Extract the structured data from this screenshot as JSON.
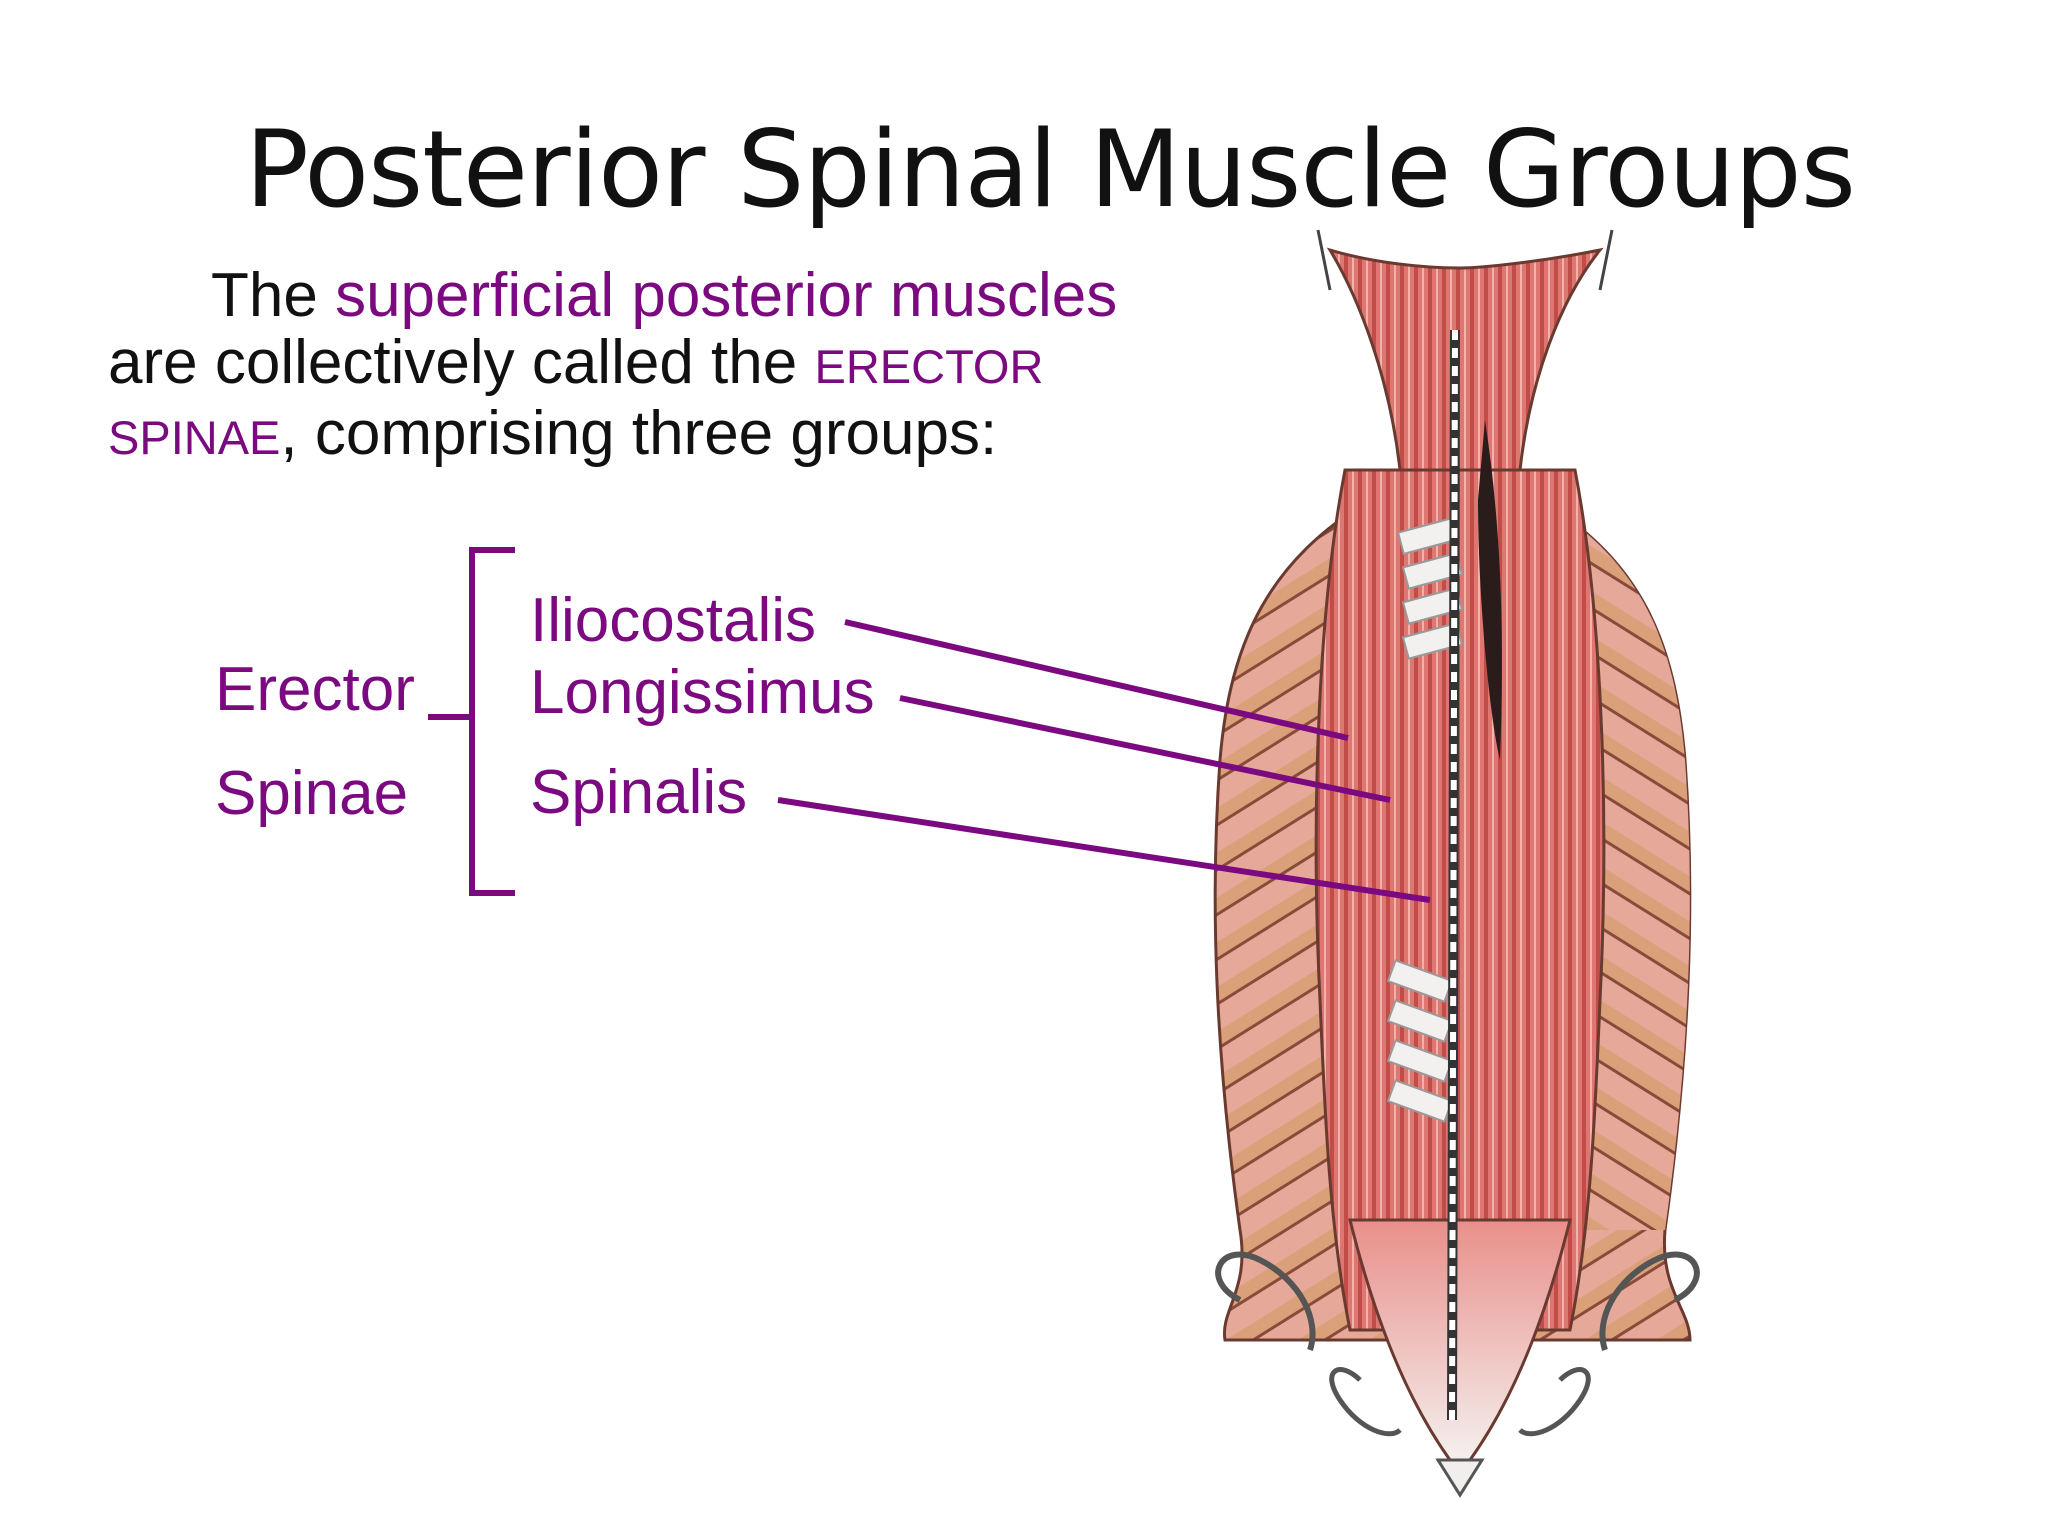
{
  "slide": {
    "title": "Posterior Spinal Muscle Groups",
    "intro": {
      "part1": "The",
      "highlight1": "superficial posterior muscles",
      "part2": "are collectively called the",
      "highlight2": "ERECTOR SPINAE",
      "part3": ", comprising three groups:"
    },
    "group_label_line1": "Erector",
    "group_label_line2": "Spinae",
    "groups": [
      "Iliocostalis",
      "Longissimus",
      "Spinalis"
    ]
  },
  "colors": {
    "accent": "#7b0a80",
    "text": "#111111"
  }
}
